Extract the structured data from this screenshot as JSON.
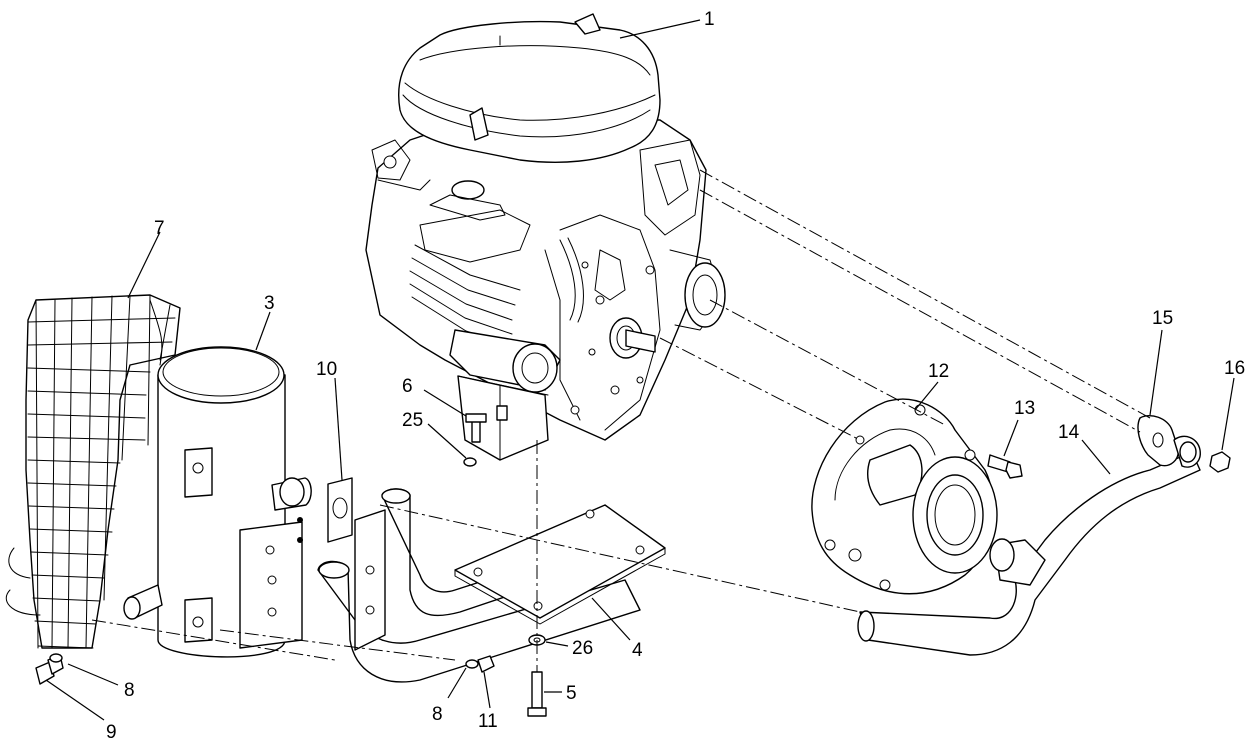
{
  "diagram": {
    "callouts": [
      {
        "id": "1",
        "label": "1"
      },
      {
        "id": "3",
        "label": "3"
      },
      {
        "id": "4",
        "label": "4"
      },
      {
        "id": "5",
        "label": "5"
      },
      {
        "id": "6",
        "label": "6"
      },
      {
        "id": "7",
        "label": "7"
      },
      {
        "id": "8a",
        "label": "8"
      },
      {
        "id": "8b",
        "label": "8"
      },
      {
        "id": "9",
        "label": "9"
      },
      {
        "id": "10",
        "label": "10"
      },
      {
        "id": "11",
        "label": "11"
      },
      {
        "id": "12",
        "label": "12"
      },
      {
        "id": "13",
        "label": "13"
      },
      {
        "id": "14",
        "label": "14"
      },
      {
        "id": "15",
        "label": "15"
      },
      {
        "id": "16",
        "label": "16"
      },
      {
        "id": "25",
        "label": "25"
      },
      {
        "id": "26",
        "label": "26"
      }
    ]
  }
}
